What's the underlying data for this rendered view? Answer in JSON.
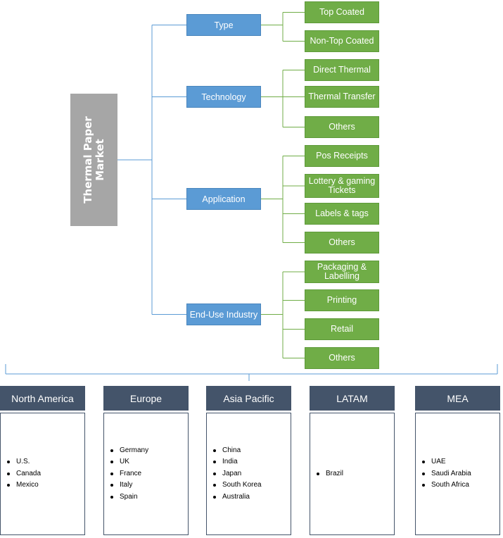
{
  "root": {
    "label": "Thermal Paper Market"
  },
  "categories": [
    {
      "label": "Type",
      "children": [
        "Top Coated",
        "Non-Top Coated"
      ]
    },
    {
      "label": "Technology",
      "children": [
        "Direct Thermal",
        "Thermal Transfer",
        "Others"
      ]
    },
    {
      "label": "Application",
      "children": [
        "Pos Receipts",
        "Lottery & gaming Tickets",
        "Labels & tags",
        "Others"
      ]
    },
    {
      "label": "End-Use Industry",
      "children": [
        "Packaging & Labelling",
        "Printing",
        "Retail",
        "Others"
      ]
    }
  ],
  "regions": [
    {
      "name": "North America",
      "items": [
        "U.S.",
        "Canada",
        "Mexico"
      ]
    },
    {
      "name": "Europe",
      "items": [
        "Germany",
        "UK",
        "France",
        "Italy",
        "Spain"
      ]
    },
    {
      "name": "Asia Pacific",
      "items": [
        "China",
        "India",
        "Japan",
        "South Korea",
        "Australia"
      ]
    },
    {
      "name": "LATAM",
      "items": [
        "Brazil"
      ]
    },
    {
      "name": "MEA",
      "items": [
        "UAE",
        "Saudi Arabia",
        "South Africa"
      ]
    }
  ],
  "colors": {
    "root": "#a6a6a6",
    "category": "#5b9bd5",
    "leaf": "#70ad47",
    "region_header": "#44546a",
    "connector_blue": "#5b9bd5",
    "connector_green": "#70ad47"
  }
}
